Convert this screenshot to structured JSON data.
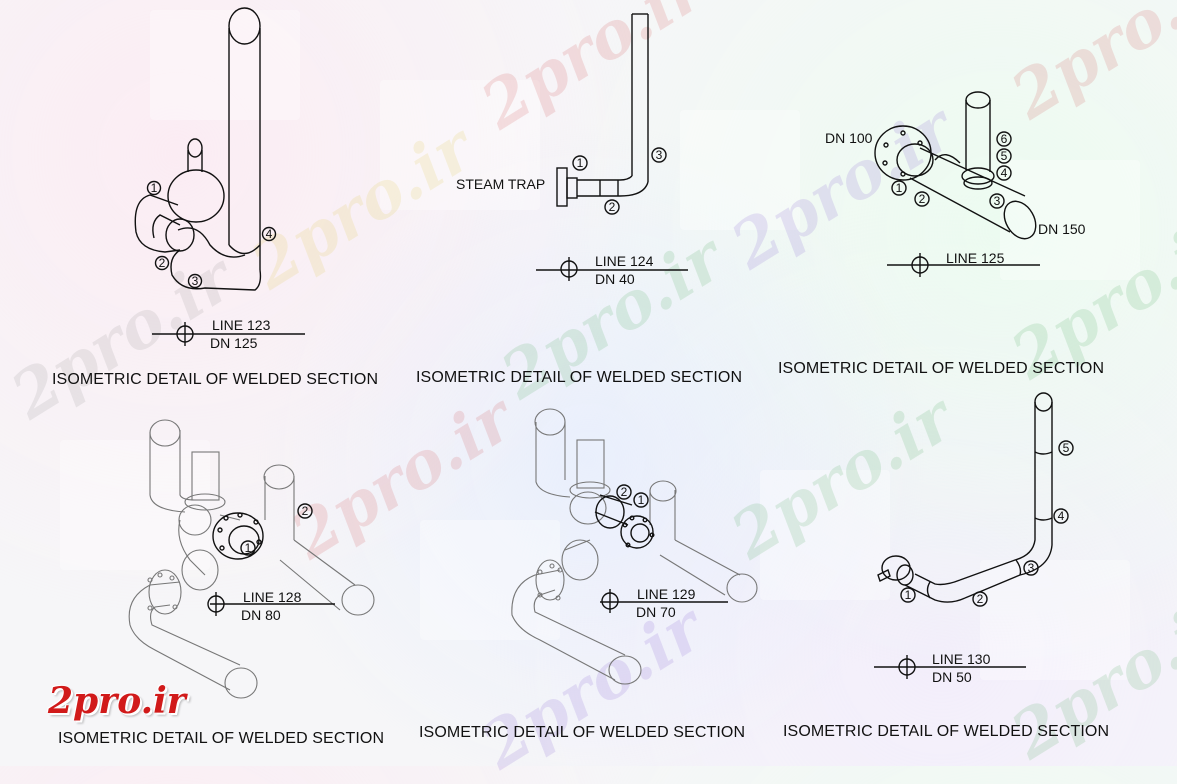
{
  "watermark": "2pro.ir",
  "logo": "2pro.ir",
  "details": [
    {
      "title": "ISOMETRIC DETAIL OF WELDED SECTION",
      "line": "LINE 123",
      "dn": "DN 125",
      "markers": [
        "1",
        "2",
        "3",
        "4"
      ]
    },
    {
      "title": "ISOMETRIC DETAIL OF WELDED SECTION",
      "line": "LINE 124",
      "dn": "DN 40",
      "markers": [
        "1",
        "2",
        "3"
      ],
      "callout": "STEAM TRAP"
    },
    {
      "title": "ISOMETRIC DETAIL OF WELDED SECTION",
      "line": "LINE 125",
      "markers": [
        "1",
        "2",
        "3",
        "4",
        "5",
        "6"
      ],
      "callouts": [
        "DN 100",
        "DN 150"
      ]
    },
    {
      "title": "ISOMETRIC DETAIL OF WELDED SECTION",
      "line": "LINE 128",
      "dn": "DN 80",
      "markers": [
        "1",
        "2"
      ]
    },
    {
      "title": "ISOMETRIC DETAIL OF WELDED SECTION",
      "line": "LINE 129",
      "dn": "DN 70",
      "markers": [
        "1",
        "2"
      ]
    },
    {
      "title": "ISOMETRIC DETAIL OF WELDED SECTION",
      "line": "LINE 130",
      "dn": "DN 50",
      "markers": [
        "1",
        "2",
        "3",
        "4",
        "5"
      ]
    }
  ]
}
